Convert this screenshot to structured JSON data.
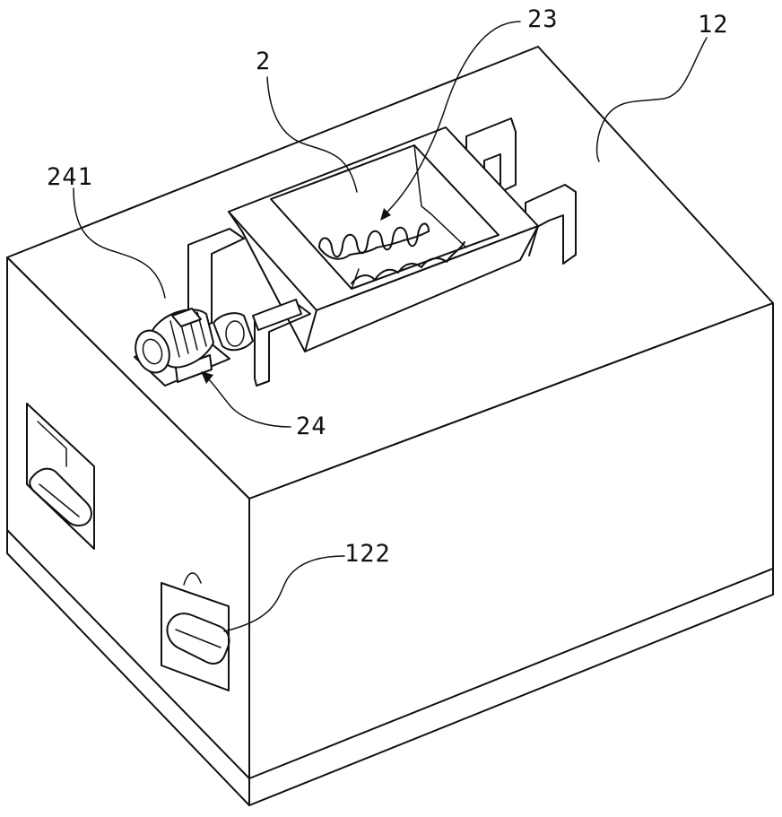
{
  "labels": {
    "hopper": "2",
    "auger": "23",
    "box": "12",
    "motor": "241",
    "motor_mount": "24",
    "handle": "122"
  }
}
